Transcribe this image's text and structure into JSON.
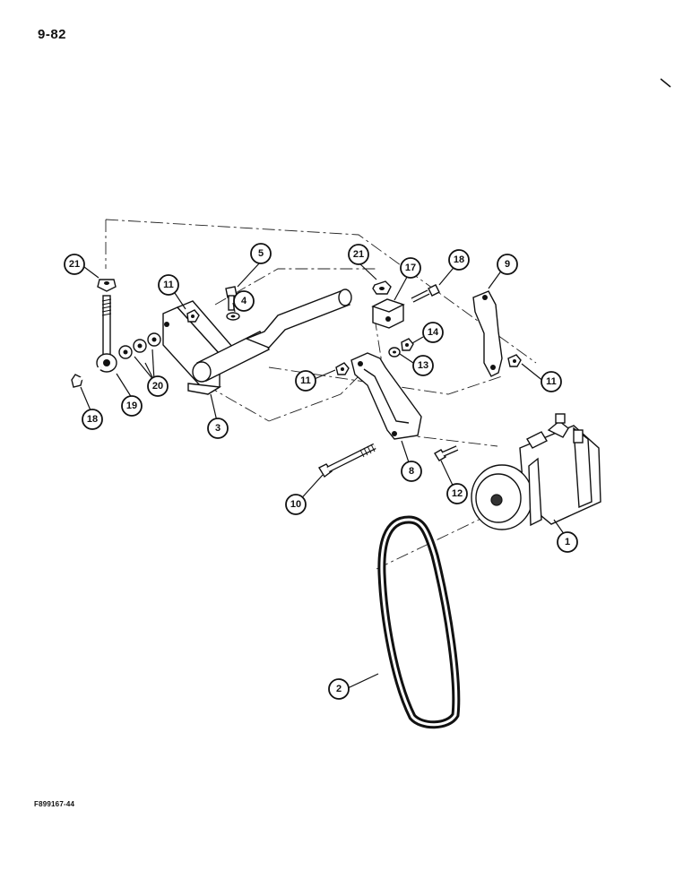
{
  "page_number": "9-82",
  "figure_code": "F899167-44",
  "callouts": [
    {
      "id": "c1",
      "label": "1"
    },
    {
      "id": "c2",
      "label": "2"
    },
    {
      "id": "c3",
      "label": "3"
    },
    {
      "id": "c4",
      "label": "4"
    },
    {
      "id": "c5",
      "label": "5"
    },
    {
      "id": "c8",
      "label": "8"
    },
    {
      "id": "c9",
      "label": "9"
    },
    {
      "id": "c10",
      "label": "10"
    },
    {
      "id": "c11a",
      "label": "11"
    },
    {
      "id": "c11b",
      "label": "11"
    },
    {
      "id": "c11c",
      "label": "11"
    },
    {
      "id": "c12",
      "label": "12"
    },
    {
      "id": "c13",
      "label": "13"
    },
    {
      "id": "c14",
      "label": "14"
    },
    {
      "id": "c17",
      "label": "17"
    },
    {
      "id": "c18a",
      "label": "18"
    },
    {
      "id": "c18b",
      "label": "18"
    },
    {
      "id": "c19",
      "label": "19"
    },
    {
      "id": "c20",
      "label": "20"
    },
    {
      "id": "c21a",
      "label": "21"
    },
    {
      "id": "c21b",
      "label": "21"
    }
  ]
}
